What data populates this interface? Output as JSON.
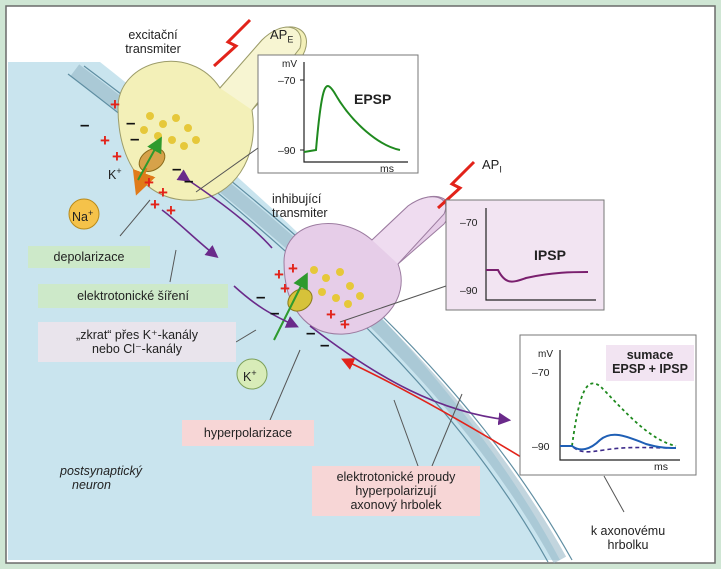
{
  "labels": {
    "excitatory_transmitter": "excitační transmiter",
    "inhibitory_transmitter": "inhibující transmiter",
    "ap_e_main": "AP",
    "ap_e_sub": "E",
    "ap_i_main": "AP",
    "ap_i_sub": "I",
    "k_ion": "K",
    "k_ion_sup": "+",
    "na_ion": "Na",
    "na_ion_sup": "+",
    "k_ion2": "K",
    "k_ion2_sup": "+",
    "depolarization": "depolarizace",
    "electrotonic_spread": "elektrotonické šíření",
    "short_circuit_line1": "„zkrat“ přes K⁺-kanály",
    "short_circuit_line2": "nebo Cl⁻-kanály",
    "hyperpolarization": "hyperpolarizace",
    "electrotonic_currents_line1": "elektrotonické proudy",
    "electrotonic_currents_line2": "hyperpolarizují",
    "electrotonic_currents_line3": "axonový hrbolek",
    "postsynaptic_line1": "postsynaptický",
    "postsynaptic_line2": "neuron",
    "to_axon_hillock_line1": "k axonovému",
    "to_axon_hillock_line2": "hrbolku"
  },
  "graphs": {
    "epsp": {
      "title": "EPSP",
      "y_unit": "mV",
      "y_top": "–70",
      "y_bottom": "–90",
      "x_unit": "ms"
    },
    "ipsp": {
      "title": "IPSP",
      "y_top": "–70",
      "y_bottom": "–90"
    },
    "summation": {
      "title_line1": "sumace",
      "title_line2": "EPSP + IPSP",
      "y_unit": "mV",
      "y_top": "–70",
      "y_bottom": "–90",
      "x_unit": "ms"
    }
  },
  "colors": {
    "background": "#cfe6d4",
    "neuron": "#c9e4ee",
    "membrane": "#8fb3c2",
    "excitatory_terminal": "#f3f0b8",
    "inhibitory_terminal": "#e6cde8",
    "epsp_curve": "#1f8a1f",
    "ipsp_curve": "#7a1f6e",
    "summation_epsp": "#1f8a1f",
    "summation_ipsp": "#3d2a8a",
    "summation_sum": "#1f5fb5",
    "plus_sign": "#e2231a",
    "arrow_purple": "#6a2a8a",
    "arrow_red": "#e2231a"
  }
}
